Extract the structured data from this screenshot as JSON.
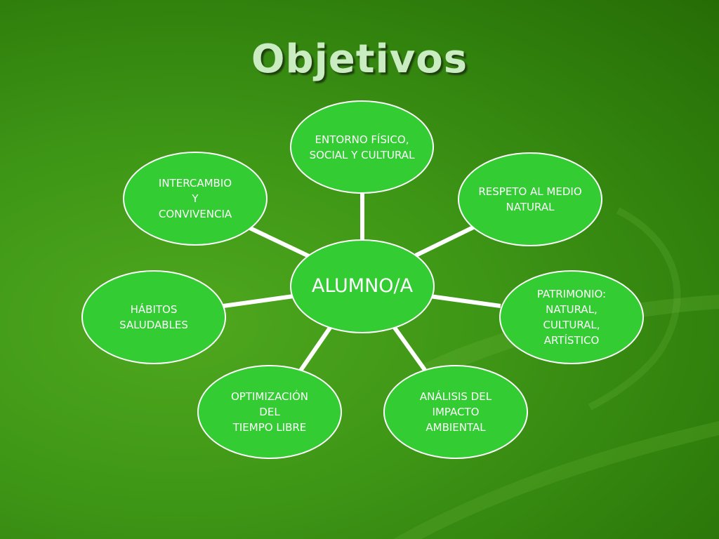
{
  "slide": {
    "title": "Objetivos",
    "background_color": "#3e9616",
    "node_color": "#33cc33",
    "connector_color": "#ffffff"
  },
  "diagram": {
    "center": "ALUMNO/A",
    "nodes": [
      {
        "id": "entorno",
        "label": "ENTORNO FÍSICO,\nSOCIAL Y CULTURAL"
      },
      {
        "id": "respeto",
        "label": "RESPETO AL MEDIO\nNATURAL"
      },
      {
        "id": "patrimonio",
        "label": "PATRIMONIO:\nNATURAL,\nCULTURAL,\nARTÍSTICO"
      },
      {
        "id": "analisis",
        "label": "ANÁLISIS DEL\nIMPACTO\nAMBIENTAL"
      },
      {
        "id": "optimizacion",
        "label": "OPTIMIZACIÓN\nDEL\nTIEMPO LIBRE"
      },
      {
        "id": "habitos",
        "label": "HÁBITOS\nSALUDABLES"
      },
      {
        "id": "intercambio",
        "label": "INTERCAMBIO\nY\nCONVIVENCIA"
      }
    ]
  }
}
